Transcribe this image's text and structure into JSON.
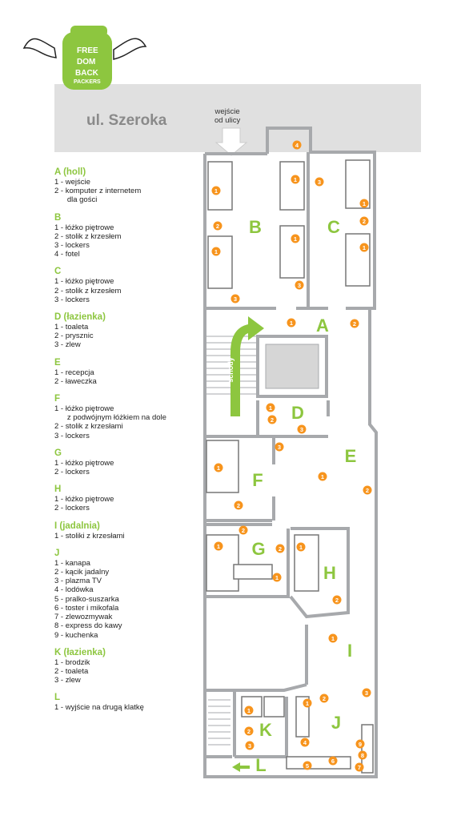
{
  "street": "ul. Szeroka",
  "entrance": [
    "wejście",
    "od ulicy"
  ],
  "stairs_label": "schody",
  "logo_text": [
    "FREE",
    "DOM",
    "BACK",
    "PACKERS"
  ],
  "room_labels": {
    "A": "A",
    "B": "B",
    "C": "C",
    "D": "D",
    "E": "E",
    "F": "F",
    "G": "G",
    "H": "H",
    "I": "I",
    "J": "J",
    "K": "K",
    "L": "L"
  },
  "legend": [
    {
      "title": "A (holl)",
      "items": [
        "1 - wejście",
        "2 - komputer z internetem",
        "      dla gości"
      ]
    },
    {
      "title": "B",
      "items": [
        "1 - łóżko piętrowe",
        "2 - stolik z krzesłem",
        "3 - lockers",
        "4 - fotel"
      ]
    },
    {
      "title": "C",
      "items": [
        "1 - łóżko piętrowe",
        "2 - stolik z krzesłem",
        "3 - lockers"
      ]
    },
    {
      "title": "D (łazienka)",
      "items": [
        "1 - toaleta",
        "2 - prysznic",
        "3 - zlew"
      ]
    },
    {
      "title": "E",
      "items": [
        "1 - recepcja",
        "2 - ławeczka"
      ]
    },
    {
      "title": "F",
      "items": [
        "1 - łóżko piętrowe",
        "      z podwójnym łóżkiem na dole",
        "2 - stolik z krzesłami",
        "3 - lockers"
      ]
    },
    {
      "title": "G",
      "items": [
        "1 - łóżko piętrowe",
        "2 - lockers"
      ]
    },
    {
      "title": "H",
      "items": [
        "1 - łóżko piętrowe",
        "2 - lockers"
      ]
    },
    {
      "title": "I (jadalnia)",
      "items": [
        "1 - stoliki z krzesłami"
      ]
    },
    {
      "title": "J",
      "items": [
        "1 - kanapa",
        "2 - kącik jadalny",
        "3 - plazma TV",
        "4 - lodówka",
        "5 - pralko-suszarka",
        "6 - toster i mikofala",
        "7 - zlewozmywak",
        "8 - express do kawy",
        "9 - kuchenka"
      ]
    },
    {
      "title": "K (łazienka)",
      "items": [
        "1 - brodzik",
        "2 - toaleta",
        "3 - zlew"
      ]
    },
    {
      "title": "L",
      "items": [
        "1 - wyjście na drugą klatkę"
      ]
    }
  ],
  "markers": [
    "1",
    "2",
    "3",
    "4",
    "5",
    "6",
    "7",
    "8",
    "9"
  ],
  "colors": {
    "accent": "#8dc63f",
    "marker": "#f7941d",
    "wall": "#a7a9ac",
    "street": "#e0e0e0"
  }
}
